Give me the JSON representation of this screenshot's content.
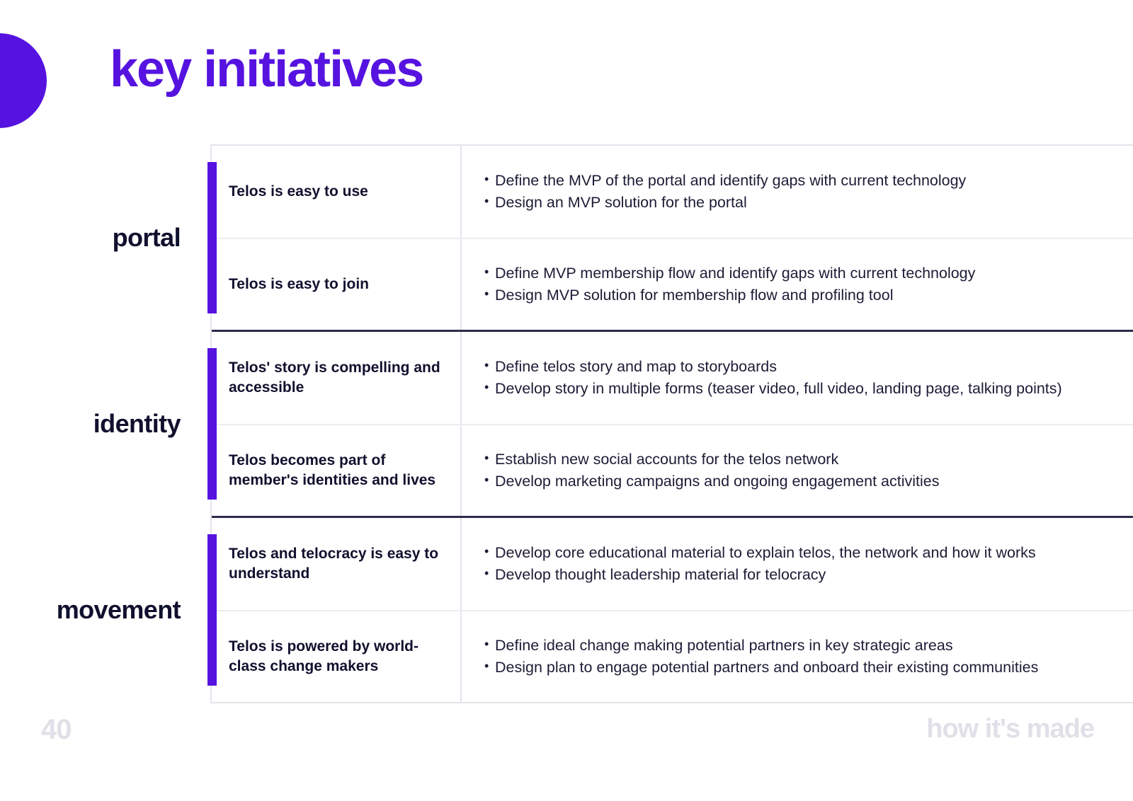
{
  "slide": {
    "title": "key initiatives",
    "accent_color": "#5613e0",
    "text_color": "#10102e",
    "footer_color": "#e0e0e8"
  },
  "footer": {
    "page_number": "40",
    "caption": "how it's made"
  },
  "groups": [
    {
      "label": "portal",
      "rows": [
        {
          "label": "Telos is easy to use",
          "bullets": [
            "Define the MVP of the portal and identify gaps with current technology",
            "Design an MVP solution for the portal"
          ]
        },
        {
          "label": "Telos is easy to join",
          "bullets": [
            "Define MVP membership flow and identify gaps with current technology",
            "Design MVP solution for membership flow and profiling tool"
          ]
        }
      ]
    },
    {
      "label": "identity",
      "rows": [
        {
          "label": "Telos' story is compelling and accessible",
          "bullets": [
            "Define telos story and map to storyboards",
            "Develop story in multiple forms (teaser video, full video, landing page, talking points)"
          ]
        },
        {
          "label": "Telos becomes part of member's identities and lives",
          "bullets": [
            "Establish new social accounts for the telos network",
            "Develop marketing campaigns and ongoing engagement activities"
          ]
        }
      ]
    },
    {
      "label": "movement",
      "rows": [
        {
          "label": "Telos and telocracy is easy to understand",
          "bullets": [
            "Develop core educational material to explain telos, the network and how it works",
            "Develop thought leadership material for telocracy"
          ]
        },
        {
          "label": "Telos is powered by world-class change makers",
          "bullets": [
            "Define ideal change making potential partners in key strategic areas",
            "Design plan to engage potential partners and onboard their existing communities"
          ]
        }
      ]
    }
  ]
}
